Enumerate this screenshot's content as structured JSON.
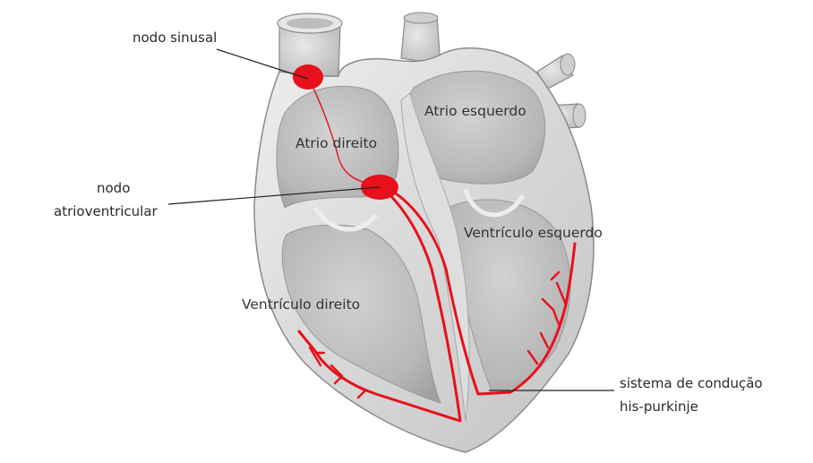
{
  "labels": {
    "sa_node": "nodo sinusal",
    "av_node_line1": "nodo",
    "av_node_line2": "atrioventricular",
    "right_atrium": "Atrio direito",
    "left_atrium": "Atrio esquerdo",
    "left_ventricle": "Ventrículo esquerdo",
    "right_ventricle": "Ventrículo direito",
    "conduction_line1": "sistema de condução",
    "conduction_line2": "his-purkinje"
  },
  "colors": {
    "conduction": "#e8101a",
    "heart_wall": "#d6d6d6",
    "heart_edge": "#8a8a8a",
    "chamber": "#bdbdbd",
    "leader_line": "#222222"
  }
}
